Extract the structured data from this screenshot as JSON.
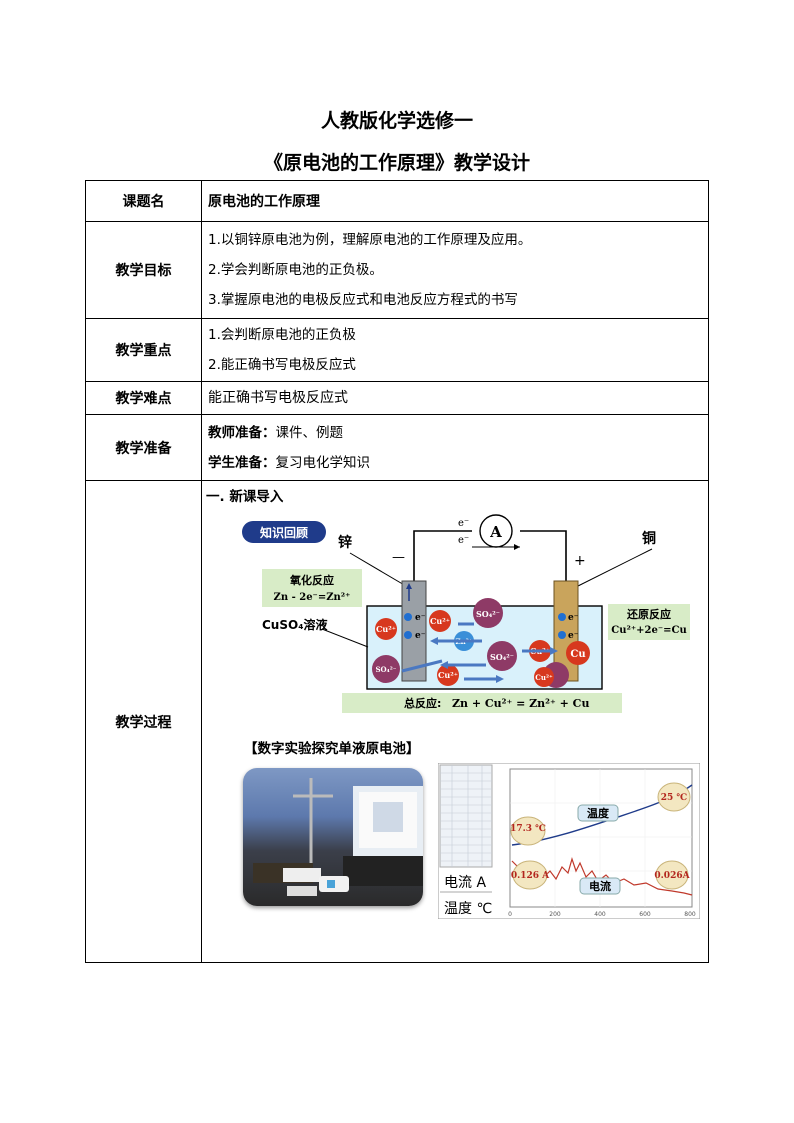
{
  "doc": {
    "title_line1": "人教版化学选修一",
    "title_line2": "《原电池的工作原理》教学设计"
  },
  "table": {
    "topic": {
      "label": "课题名",
      "value": "原电池的工作原理"
    },
    "goals": {
      "label": "教学目标",
      "items": [
        "1.以铜锌原电池为例，理解原电池的工作原理及应用。",
        "2.学会判断原电池的正负极。",
        "3.掌握原电池的电极反应式和电池反应方程式的书写"
      ]
    },
    "key_points": {
      "label": "教学重点",
      "items": [
        "1.会判断原电池的正负极",
        "2.能正确书写电极反应式"
      ]
    },
    "difficulty": {
      "label": "教学难点",
      "value": "能正确书写电极反应式"
    },
    "preparation": {
      "label": "教学准备",
      "teacher_label": "教师准备：",
      "teacher_value": "课件、例题",
      "student_label": "学生准备：",
      "student_value": "复习电化学知识"
    },
    "process": {
      "label": "教学过程",
      "section1": "一. 新课导入",
      "subheading": "【数字实验探究单液原电池】"
    }
  },
  "diagram": {
    "badge": "知识回顾",
    "zinc": "锌",
    "copper": "铜",
    "minus": "—",
    "plus": "+",
    "ammeter": "A",
    "electron": "e⁻",
    "ox_title": "氧化反应",
    "ox_eq": "Zn - 2e⁻=Zn²⁺",
    "red_title": "还原反应",
    "red_eq": "Cu²⁺+2e⁻=Cu",
    "solution": "CuSO₄溶液",
    "cu_ion": "Cu²⁺",
    "zn_ion": "Zn²⁺",
    "so4_ion": "SO₄²⁻",
    "cu_atom": "Cu",
    "total_label": "总反应:",
    "total_eq": "Zn + Cu²⁺ = Zn²⁺ + Cu"
  },
  "graph": {
    "current_label": "电流 A",
    "temp_label": "温度 ℃",
    "temp_curve_label": "温度",
    "current_curve_label": "电流",
    "temp_start": "17.3 ℃",
    "temp_end": "25 ℃",
    "current_start": "0.126 A",
    "current_end": "0.026A",
    "x_ticks": [
      "0",
      "200",
      "400",
      "600",
      "800"
    ],
    "colors": {
      "temp": "#1f3b8a",
      "current": "#c0392b",
      "bubble": "#f3e7c1"
    }
  }
}
